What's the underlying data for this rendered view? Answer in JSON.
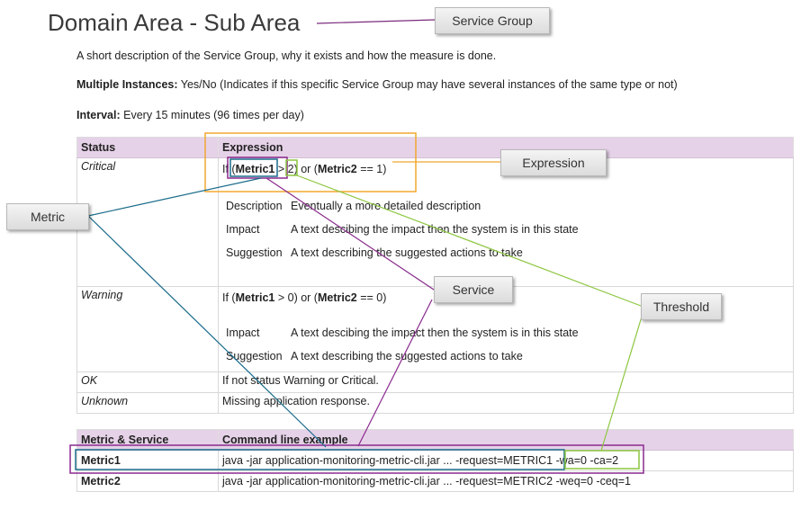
{
  "title": "Domain Area - Sub Area",
  "description": "A short description of the Service Group, why it exists and how the measure is done.",
  "multiple_instances": {
    "label": "Multiple Instances:",
    "value": "Yes/No (Indicates if this specific Service Group may have several instances of the same type or not)"
  },
  "interval": {
    "label": "Interval:",
    "value": "Every 15 minutes (96 times per day)"
  },
  "status_table": {
    "headers": [
      "Status",
      "Expression"
    ],
    "critical": {
      "status": "Critical",
      "expr_prefix": "If (",
      "metric1": "Metric1",
      "gt": " > ",
      "threshold": "2",
      "expr_mid": ") or (",
      "metric2": "Metric2",
      "expr_suffix": " == 1)",
      "details": [
        {
          "key": "Description",
          "value": "Eventually a more detailed description"
        },
        {
          "key": "Impact",
          "value": "A text descibing the impact then the system is in this state"
        },
        {
          "key": "Suggestion",
          "value": "A text describing the suggested actions to take"
        }
      ]
    },
    "warning": {
      "status": "Warning",
      "expr_prefix": "If (",
      "metric1": "Metric1",
      "expr_mid": " > 0) or (",
      "metric2": "Metric2",
      "expr_suffix": " == 0)",
      "details": [
        {
          "key": "Impact",
          "value": "A text descibing the impact then the system is in this state"
        },
        {
          "key": "Suggestion",
          "value": "A text describing the suggested actions to take"
        }
      ]
    },
    "ok": {
      "status": "OK",
      "expression": "If not status Warning or Critical."
    },
    "unknown": {
      "status": "Unknown",
      "expression": "Missing application response."
    }
  },
  "cmd_table": {
    "headers": [
      "Metric & Service",
      "Command line example"
    ],
    "row1": {
      "metric": "Metric1",
      "cmd": "java -jar application-monitoring-metric-cli.jar ... -request=METRIC1",
      "thresholds": " -wa=0 -ca=2"
    },
    "row2": {
      "metric": "Metric2",
      "cmd": "java -jar application-monitoring-metric-cli.jar ... -request=METRIC2 -weq=0 -ceq=1"
    }
  },
  "callouts": {
    "service_group": "Service Group",
    "expression": "Expression",
    "metric": "Metric",
    "service": "Service",
    "threshold": "Threshold"
  },
  "colors": {
    "header_bg": "#e6d2e8",
    "expression_box": "#f0a830",
    "metric_box": "#1a6b8a",
    "service_box": "#8a2a8e",
    "threshold_box": "#8cc63f",
    "service_group_line": "#7a2a7e"
  }
}
